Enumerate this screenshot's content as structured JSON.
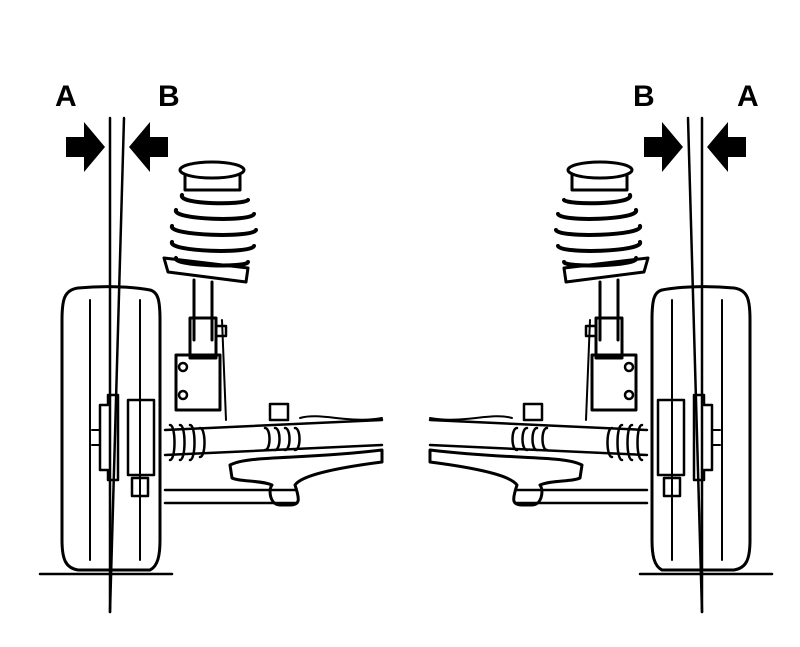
{
  "labels": {
    "left_outer": "A",
    "left_inner": "B",
    "right_inner": "B",
    "right_outer": "A"
  },
  "colors": {
    "ink": "#000000",
    "paper": "#ffffff"
  },
  "icons": {
    "arrow": "arrow-icon",
    "coil_spring": "coil-spring-icon",
    "wheel": "wheel-icon"
  }
}
